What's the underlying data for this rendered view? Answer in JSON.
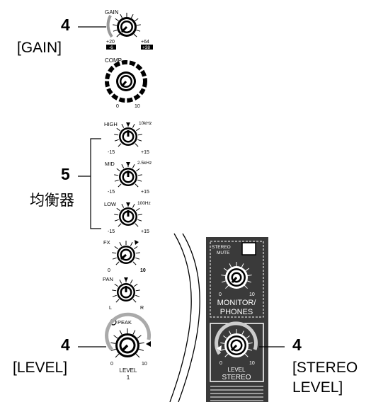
{
  "callouts": {
    "gain": {
      "number": "4",
      "label": "[GAIN]"
    },
    "eq": {
      "number": "5",
      "label": "均衡器"
    },
    "level": {
      "number": "4",
      "label": "[LEVEL]"
    },
    "stereo_level": {
      "number": "4",
      "label_line1": "[STEREO",
      "label_line2": "LEVEL]"
    }
  },
  "knobs": {
    "gain": {
      "title": "GAIN",
      "min_top": "+20",
      "max_top": "+64",
      "min_bottom": "-6",
      "max_bottom": "+38"
    },
    "comp": {
      "title": "COMP",
      "min": "0",
      "max": "10"
    },
    "high": {
      "title": "HIGH",
      "freq": "10kHz",
      "min": "-15",
      "max": "+15"
    },
    "mid": {
      "title": "MID",
      "freq": "2.5kHz",
      "min": "-15",
      "max": "+15"
    },
    "low": {
      "title": "LOW",
      "freq": "100Hz",
      "min": "-15",
      "max": "+15"
    },
    "fx": {
      "title": "FX",
      "min": "0",
      "max": "10"
    },
    "pan": {
      "title": "PAN",
      "min": "L",
      "max": "R"
    },
    "level": {
      "peak": "PEAK",
      "min": "0",
      "max": "10",
      "label": "LEVEL",
      "channel": "1"
    }
  },
  "master": {
    "stereo_mute_line1": "STEREO",
    "stereo_mute_line2": "MUTE",
    "monitor_min": "0",
    "monitor_max": "10",
    "monitor_label_line1": "MONITOR/",
    "monitor_label_line2": "PHONES",
    "level_min": "0",
    "level_max": "10",
    "level_label": "LEVEL",
    "stereo_label": "STEREO"
  },
  "colors": {
    "panel": "#3a3a3a",
    "panel_light": "#ffffff",
    "ink": "#000000"
  }
}
